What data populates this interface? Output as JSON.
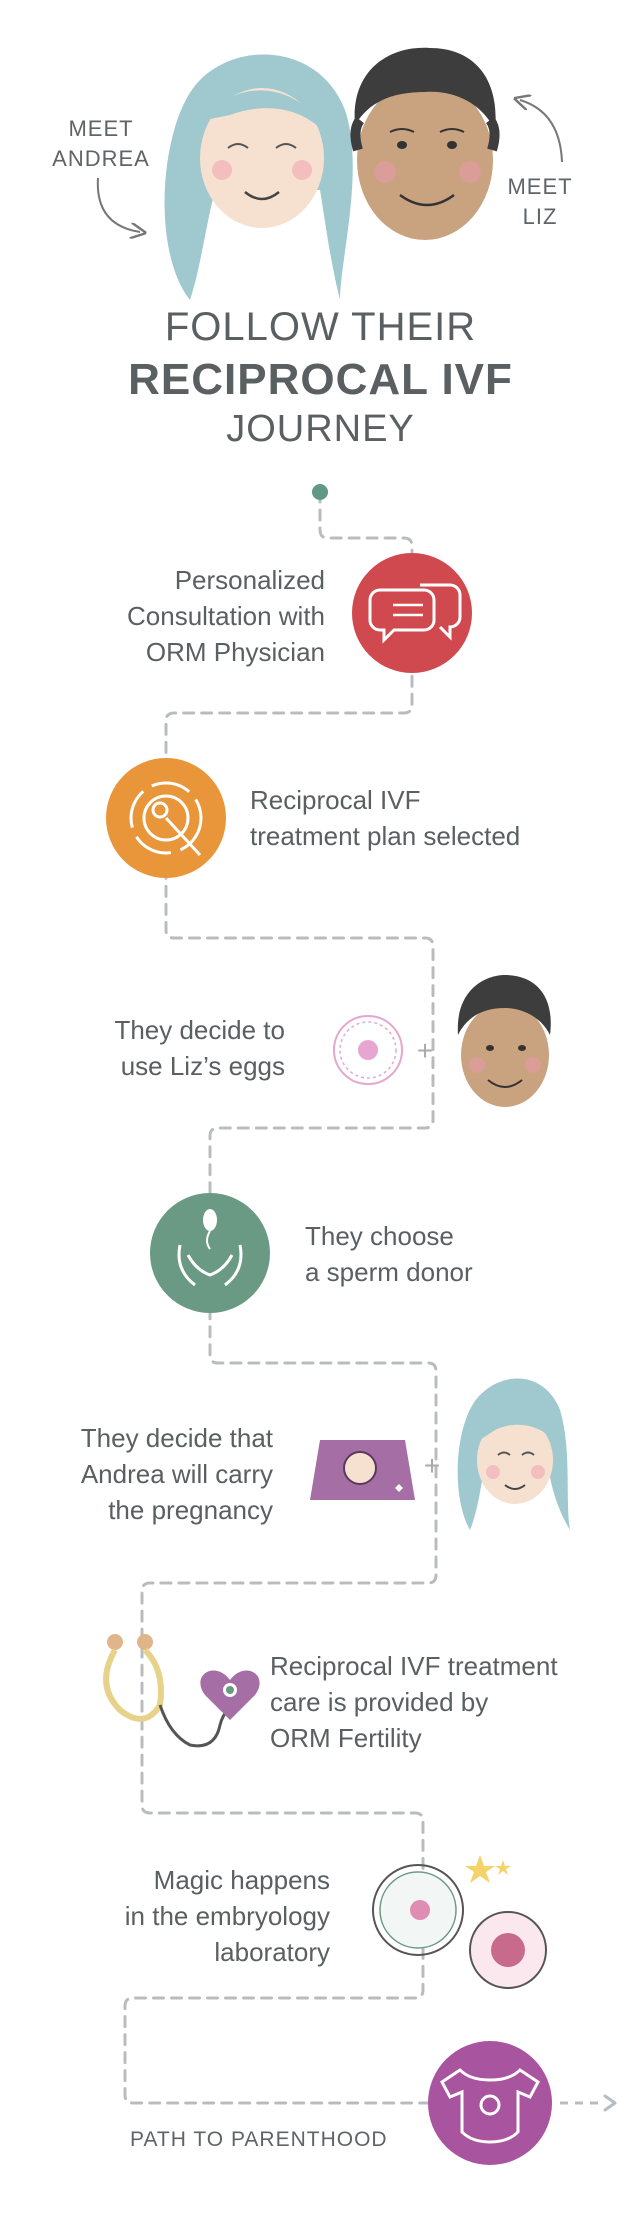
{
  "intro": {
    "meet_andrea": [
      "MEET",
      "ANDREA"
    ],
    "meet_liz": [
      "MEET",
      "LIZ"
    ]
  },
  "title": {
    "line1": "FOLLOW THEIR",
    "line2": "RECIPROCAL IVF",
    "line3": "JOURNEY"
  },
  "steps": [
    {
      "lines": [
        "Personalized",
        "Consultation with",
        "ORM Physician"
      ],
      "icon": "speech-bubbles-icon",
      "color": "#d0494f"
    },
    {
      "lines": [
        "Reciprocal IVF",
        "treatment plan selected"
      ],
      "icon": "plan-cycle-icon",
      "color": "#e9963a"
    },
    {
      "lines": [
        "They decide to",
        "use Liz’s eggs"
      ],
      "icon": "egg-icon",
      "color": "#e7a6cf"
    },
    {
      "lines": [
        "They choose",
        "a sperm donor"
      ],
      "icon": "hands-sperm-icon",
      "color": "#6a9a84"
    },
    {
      "lines": [
        "They decide that",
        "Andrea will carry",
        "the pregnancy"
      ],
      "icon": "ultrasound-icon",
      "color": "#a56fa6"
    },
    {
      "lines": [
        "Reciprocal IVF treatment",
        "care is provided by",
        "ORM Fertility"
      ],
      "icon": "stethoscope-icon",
      "color": "#e6d28a"
    },
    {
      "lines": [
        "Magic happens",
        "in the embryology",
        "laboratory"
      ],
      "icon": "petri-dish-icon",
      "color": "#e08db2"
    }
  ],
  "footer": {
    "label": "PATH TO PARENTHOOD",
    "icon": "onesie-icon",
    "color": "#a9549f"
  },
  "colors": {
    "path": "#b9bcbf",
    "dot": "#5e9a86",
    "hair": "#9fc9cf",
    "skin_light": "#f6e1d1",
    "skin_dark": "#c9a27f",
    "hair_dark": "#3d3d3d",
    "blush": "#f3a7b6"
  }
}
